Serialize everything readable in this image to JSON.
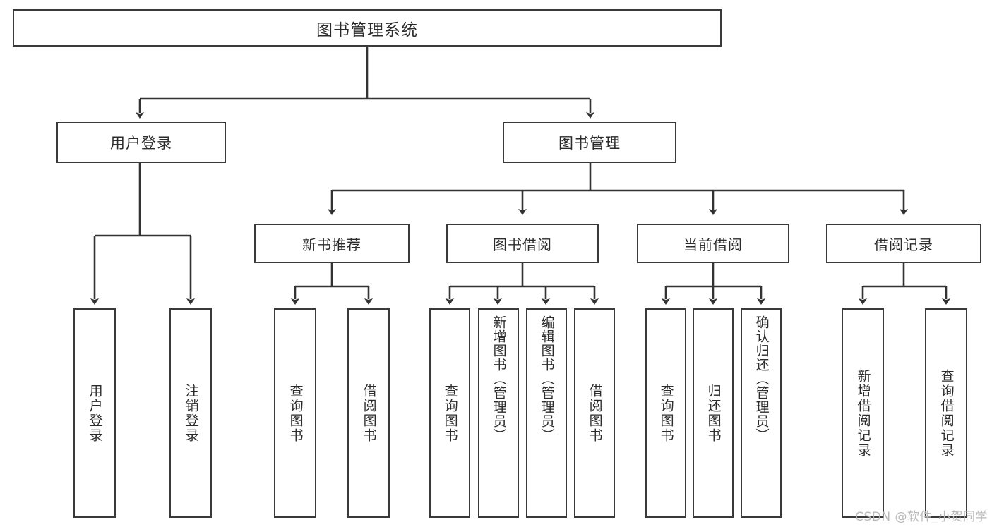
{
  "diagram": {
    "type": "tree",
    "title": "图书管理系统",
    "orientation": "top-down",
    "colors": {
      "background": "#ffffff",
      "box_border": "#3a3a3a",
      "box_fill": "#ffffff",
      "text": "#2b2b2b",
      "edge": "#3a3a3a",
      "watermark": "#b9b9b9"
    }
  },
  "root": {
    "label": "图书管理系统"
  },
  "level2": [
    {
      "label": "用户登录"
    },
    {
      "label": "图书管理"
    }
  ],
  "level3": [
    {
      "label": "新书推荐"
    },
    {
      "label": "图书借阅"
    },
    {
      "label": "当前借阅"
    },
    {
      "label": "借阅记录"
    }
  ],
  "leaves": {
    "user_login": [
      {
        "label": "用户登录"
      },
      {
        "label": "注销登录"
      }
    ],
    "new_book_recommend": [
      {
        "label": "查询图书"
      },
      {
        "label": "借阅图书"
      }
    ],
    "book_borrow": [
      {
        "label": "查询图书"
      },
      {
        "label": "新增图书（管理员）"
      },
      {
        "label": "编辑图书（管理员）"
      },
      {
        "label": "借阅图书"
      }
    ],
    "current_borrow": [
      {
        "label": "查询图书"
      },
      {
        "label": "归还图书"
      },
      {
        "label": "确认归还（管理员）"
      }
    ],
    "borrow_record": [
      {
        "label": "新增借阅记录"
      },
      {
        "label": "查询借阅记录"
      }
    ]
  },
  "watermark": {
    "text": "CSDN @软件_小贺同学"
  }
}
